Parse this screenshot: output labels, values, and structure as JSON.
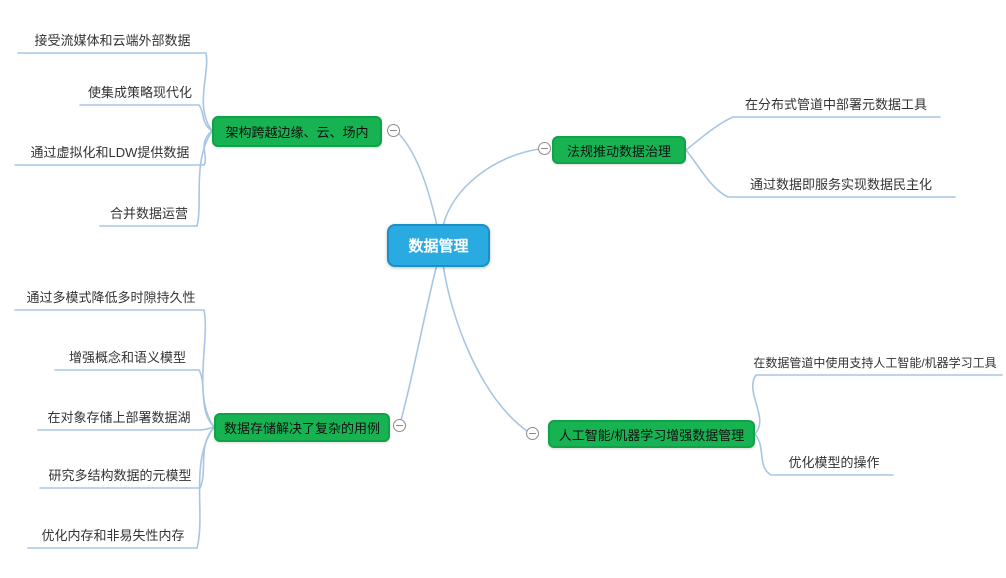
{
  "diagram": {
    "root": {
      "label": "数据管理"
    },
    "branches": [
      {
        "label": "架构跨越边缘、云、场内",
        "children": [
          "接受流媒体和云端外部数据",
          "使集成策略现代化",
          "通过虚拟化和LDW提供数据",
          "合并数据运营"
        ]
      },
      {
        "label": "法规推动数据治理",
        "children": [
          "在分布式管道中部署元数据工具",
          "通过数据即服务实现数据民主化"
        ]
      },
      {
        "label": "数据存储解决了复杂的用例",
        "children": [
          "通过多模式降低多时隙持久性",
          "增强概念和语义模型",
          "在对象存储上部署数据湖",
          "研究多结构数据的元模型",
          "优化内存和非易失性内存"
        ]
      },
      {
        "label": "人工智能/机器学习增强数据管理",
        "children": [
          "在数据管道中使用支持人工智能/机器学习工具",
          "优化模型的操作"
        ]
      }
    ],
    "colors": {
      "root_fill": "#29abe2",
      "root_border": "#1b8fc7",
      "branch_fill": "#17b352",
      "branch_border": "#0fa246",
      "connector": "#a8c6e4",
      "collapse_border": "#8c8c8c",
      "background": "#ffffff",
      "text": "#333333"
    }
  }
}
